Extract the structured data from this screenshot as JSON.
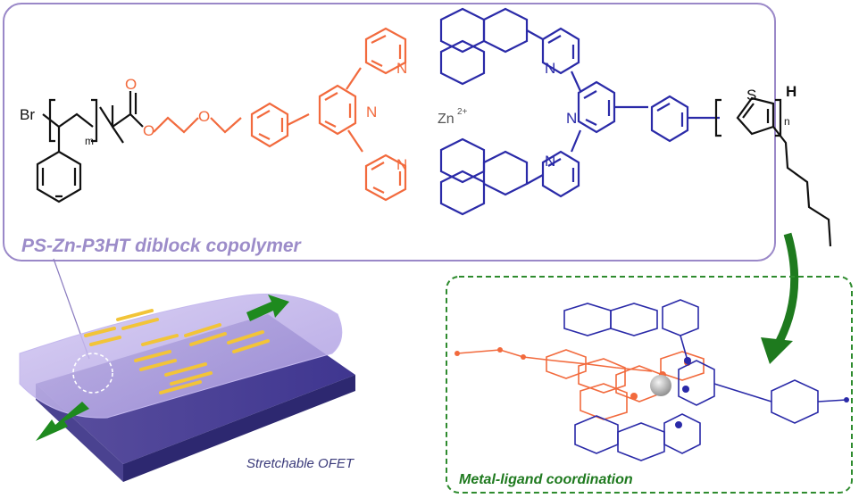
{
  "labels": {
    "copolymer_title": "PS-Zn-P3HT diblock copolymer",
    "ofet_caption": "Stretchable OFET",
    "coordination_caption": "Metal-ligand coordination",
    "zinc_ion": "Zn",
    "zinc_charge": "2+"
  },
  "atoms": {
    "bromine": "Br",
    "repeat_m": "m",
    "repeat_n": "n",
    "oxygen": "O",
    "nitrogen": "N",
    "sulfur": "S",
    "hydrogen": "H"
  },
  "colors": {
    "border_purple": "#9a88c8",
    "ligand_orange": "#f26a3d",
    "ligand_blue": "#2a2aa8",
    "arrow_green": "#1e7a1e",
    "dash_green": "#2e8b2e",
    "film_purple": "#b7a9e6",
    "electrode_yellow": "#f2c438"
  }
}
